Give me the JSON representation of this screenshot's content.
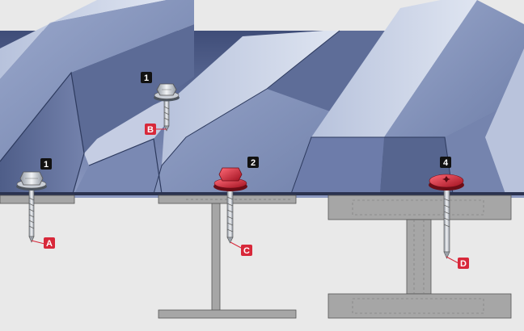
{
  "palette": {
    "background": "#e9e9e9",
    "steel_light": "#c7d0e4",
    "steel_mid": "#8c9ac0",
    "steel_dark": "#46557f",
    "beam_gray": "#a6a6a6",
    "accent_red": "#d8283a",
    "badge_black": "#111111",
    "screw_silver": "#d9dde3"
  },
  "fasteners": [
    {
      "id": "A",
      "number": "1",
      "letter": "A",
      "washer_color": "#d9dde3",
      "icon": "hex-head-screw-icon"
    },
    {
      "id": "B",
      "number": "1",
      "letter": "B",
      "washer_color": "#d9dde3",
      "icon": "hex-head-screw-icon"
    },
    {
      "id": "C",
      "number": "2",
      "letter": "C",
      "washer_color": "#d8283a",
      "icon": "colored-hex-head-screw-icon"
    },
    {
      "id": "D",
      "number": "4",
      "letter": "D",
      "washer_color": "#d8283a",
      "icon": "torx-wafer-head-screw-icon"
    }
  ]
}
